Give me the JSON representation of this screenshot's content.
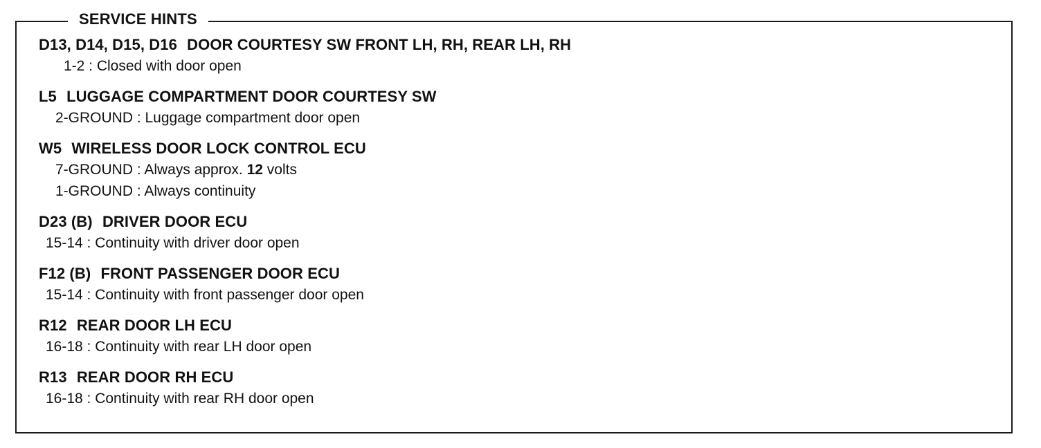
{
  "title": "SERVICE HINTS",
  "sections": [
    {
      "code": "D13, D14, D15, D16",
      "name": "DOOR COURTESY SW FRONT LH, RH, REAR LH, RH",
      "indent": 36,
      "lines": [
        {
          "pre": "1-2 : Closed with door open"
        }
      ]
    },
    {
      "code": "L5",
      "name": "LUGGAGE COMPARTMENT DOOR COURTESY SW",
      "indent": 24,
      "lines": [
        {
          "pre": "2-GROUND : Luggage compartment door open"
        }
      ]
    },
    {
      "code": "W5",
      "name": "WIRELESS DOOR LOCK CONTROL ECU",
      "indent": 24,
      "lines": [
        {
          "pre": "7-GROUND : Always approx. ",
          "strong": "12",
          "post": " volts"
        },
        {
          "pre": "1-GROUND : Always continuity"
        }
      ]
    },
    {
      "code": "D23 (B)",
      "name": "DRIVER DOOR ECU",
      "indent": 10,
      "lines": [
        {
          "pre": "15-14 : Continuity with driver door open"
        }
      ]
    },
    {
      "code": "F12 (B)",
      "name": "FRONT PASSENGER DOOR ECU",
      "indent": 10,
      "lines": [
        {
          "pre": "15-14 : Continuity with front passenger door open"
        }
      ]
    },
    {
      "code": "R12",
      "name": "REAR DOOR LH ECU",
      "indent": 10,
      "lines": [
        {
          "pre": "16-18 : Continuity with rear LH door open"
        }
      ]
    },
    {
      "code": "R13",
      "name": "REAR DOOR RH ECU",
      "indent": 10,
      "lines": [
        {
          "pre": "16-18 : Continuity with rear RH door open"
        }
      ]
    }
  ]
}
